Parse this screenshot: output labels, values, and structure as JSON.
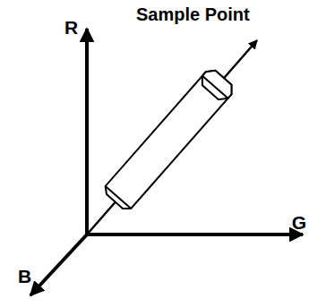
{
  "diagram": {
    "labels": [
      "R",
      "Sample Point",
      "G",
      "B"
    ]
  }
}
